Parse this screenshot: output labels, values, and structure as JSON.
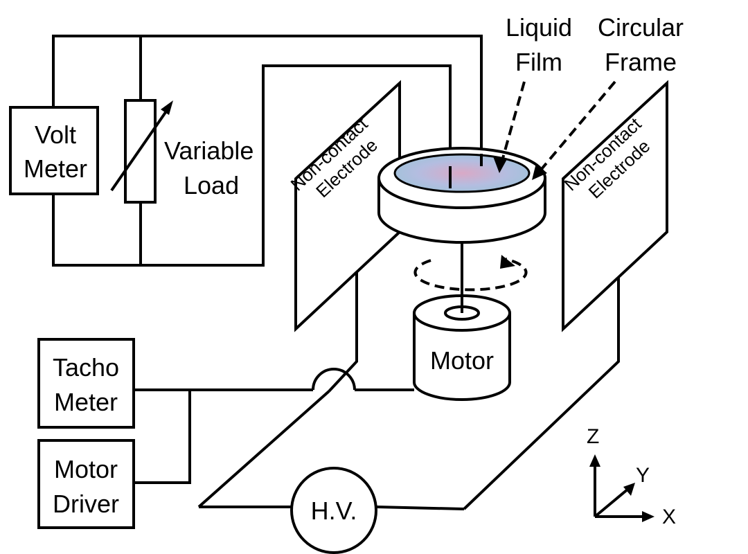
{
  "labels": {
    "volt_meter": [
      "Volt",
      "Meter"
    ],
    "variable_load": [
      "Variable",
      "Load"
    ],
    "liquid_film": [
      "Liquid",
      "Film"
    ],
    "circular_frame": [
      "Circular",
      "Frame"
    ],
    "electrode": [
      "Non-contact",
      "Electrode"
    ],
    "motor": "Motor",
    "tacho_meter": [
      "Tacho",
      "Meter"
    ],
    "motor_driver": [
      "Motor",
      "Driver"
    ],
    "hv": "H.V.",
    "axes": {
      "z": "Z",
      "y": "Y",
      "x": "X"
    }
  },
  "colors": {
    "line": "#000000",
    "film_center": "#d9a9c6",
    "film_edge": "#9cc3d8",
    "background": "#ffffff"
  }
}
